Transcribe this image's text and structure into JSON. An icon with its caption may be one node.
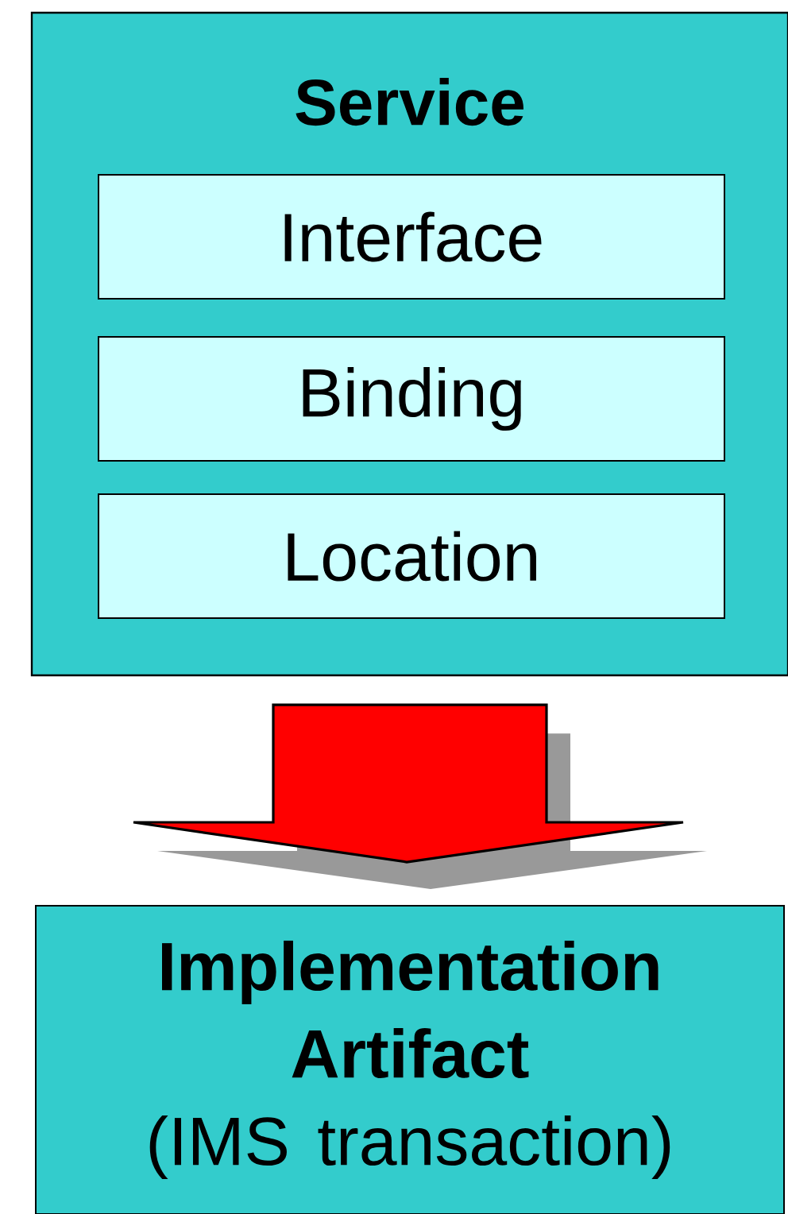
{
  "diagram": {
    "nodes": [
      {
        "text": [
          "Service"
        ]
      },
      {
        "text": [
          "Interface"
        ],
        "in": 0
      },
      {
        "text": [
          "Binding"
        ],
        "in": 0
      },
      {
        "text": [
          "Location"
        ],
        "in": 0
      },
      {
        "text": [
          "Implementation Artifact",
          "(IMS transaction)"
        ]
      }
    ],
    "edges": [
      {
        "from": 0,
        "to": 4,
        "arrow": "to",
        "color": "#ff0000",
        "style": "thick"
      }
    ]
  }
}
